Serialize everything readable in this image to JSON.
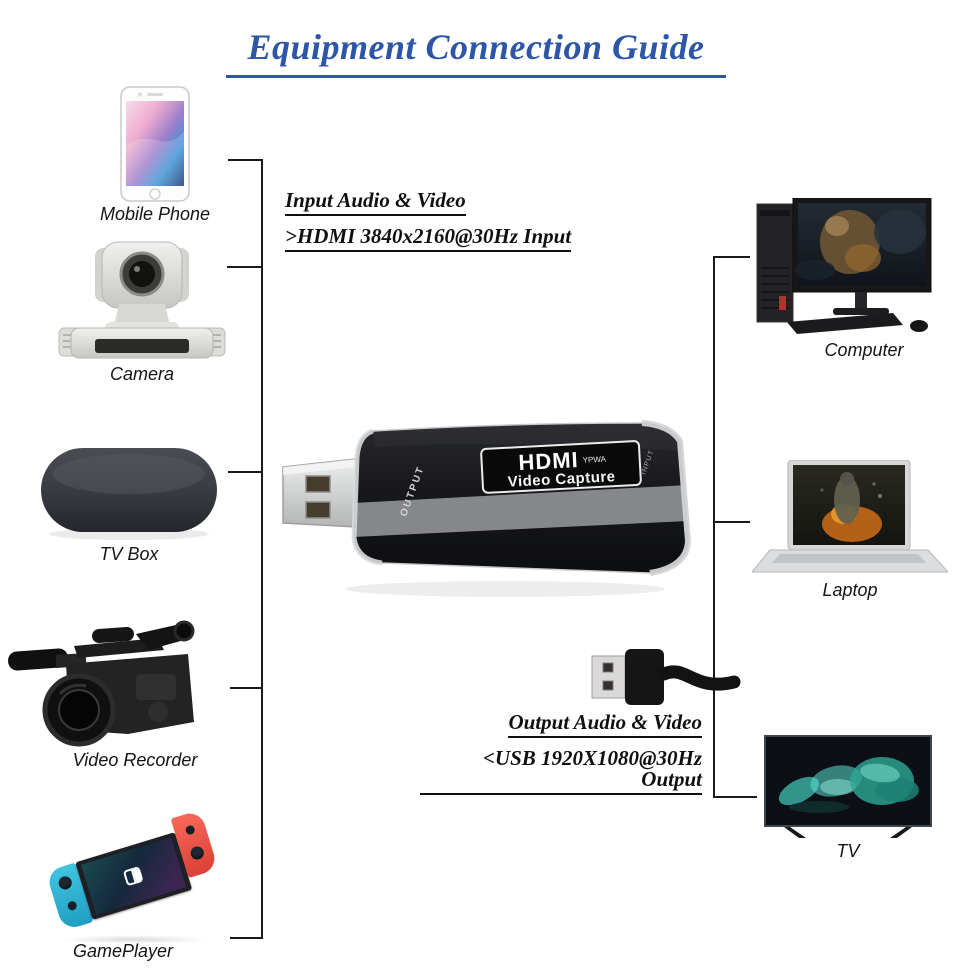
{
  "title": "Equipment Connection Guide",
  "input_section": {
    "heading": "Input Audio & Video",
    "spec": ">HDMI 3840x2160@30Hz Input"
  },
  "output_section": {
    "heading": "Output Audio & Video",
    "spec": "<USB 1920X1080@30Hz Output"
  },
  "left_devices": [
    {
      "label": "Mobile Phone"
    },
    {
      "label": "Camera"
    },
    {
      "label": "TV Box"
    },
    {
      "label": "Video Recorder"
    },
    {
      "label": "GamePlayer"
    }
  ],
  "right_devices": [
    {
      "label": "Computer"
    },
    {
      "label": "Laptop"
    },
    {
      "label": "TV"
    }
  ],
  "capture_device": {
    "brand": "HDMI",
    "model": "YPWA",
    "product": "Video Capture",
    "left_port_label": "OUTPUT",
    "right_port_label": "INPUT"
  },
  "colors": {
    "title_blue": "#2d55a8",
    "connector_line": "#1a1a1a",
    "joycon_blue": "#35b8d9",
    "joycon_red": "#ef4f44",
    "tv_screen_teal": "#3fc4b4",
    "device_body_black": "#17181a",
    "device_band_gray": "#85878b"
  }
}
